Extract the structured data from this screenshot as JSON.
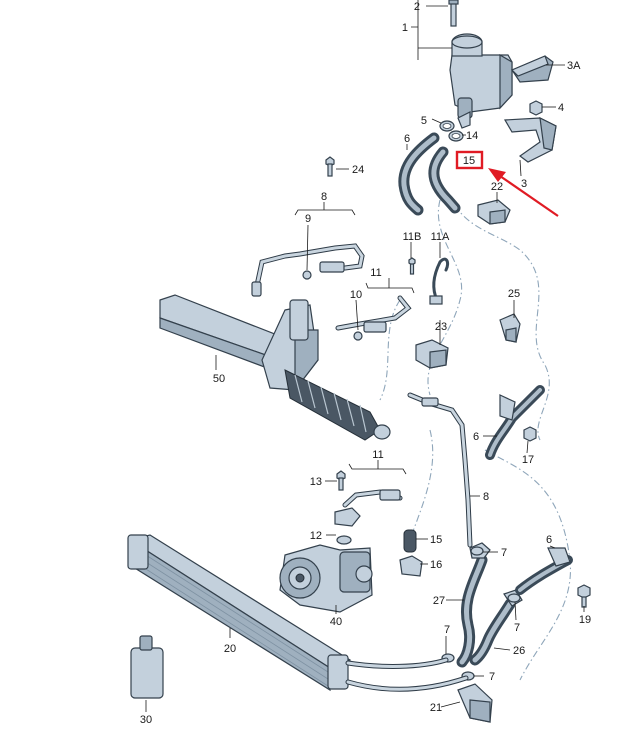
{
  "highlight_color": "#e01b24",
  "line_color": "#34414d",
  "labels": {
    "l1": "1",
    "l2": "2",
    "l3a": "3A",
    "l4": "4",
    "l5": "5",
    "l14": "14",
    "l6a": "6",
    "l15a": "15",
    "l22": "22",
    "l3": "3",
    "l24": "24",
    "l8a": "8",
    "l9": "9",
    "l11b": "11B",
    "l11a": "11A",
    "l11a2": "11",
    "l10": "10",
    "l23": "23",
    "l25": "25",
    "l50": "50",
    "l6b": "6",
    "l17": "17",
    "l8b": "8",
    "l11c": "11",
    "l13": "13",
    "l12": "12",
    "l15b": "15",
    "l16": "16",
    "l7a": "7",
    "l6c": "6",
    "l27": "27",
    "l40": "40",
    "l7b": "7",
    "l19": "19",
    "l20": "20",
    "l7c": "7",
    "l26": "26",
    "l7d": "7",
    "l30": "30",
    "l21": "21"
  }
}
